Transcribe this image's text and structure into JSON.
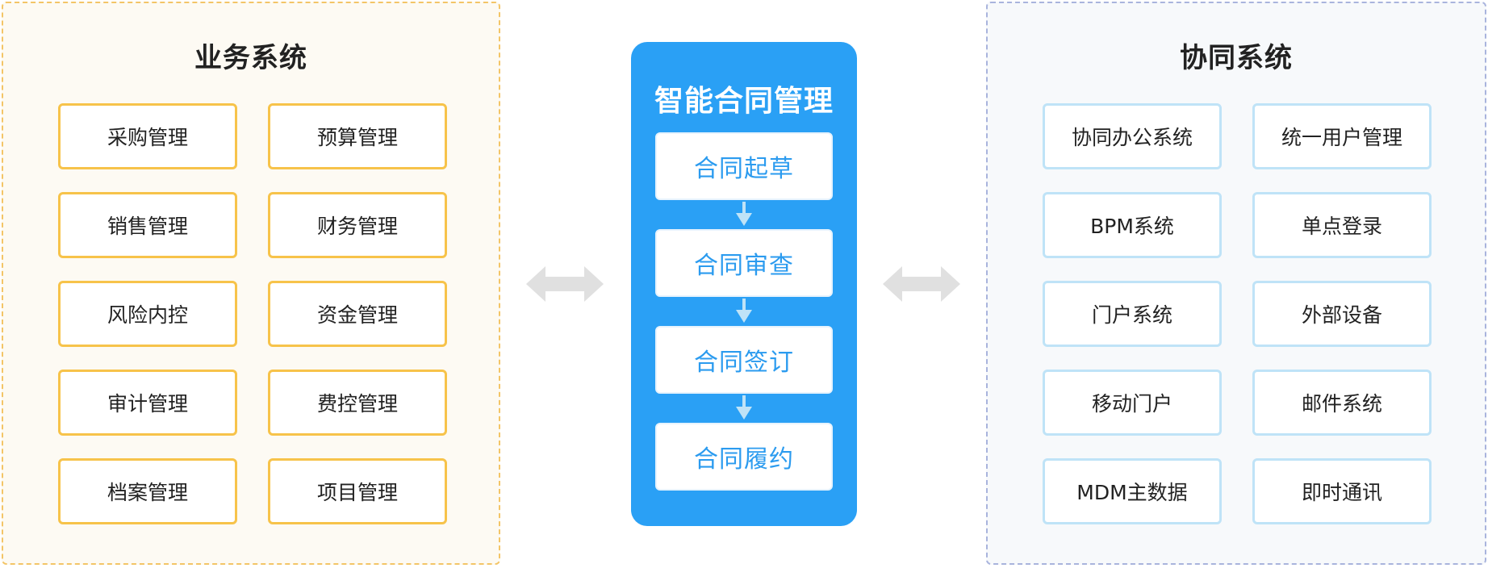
{
  "business": {
    "title": "业务系统",
    "items": [
      "采购管理",
      "预算管理",
      "销售管理",
      "财务管理",
      "风险内控",
      "资金管理",
      "审计管理",
      "费控管理",
      "档案管理",
      "项目管理"
    ]
  },
  "center": {
    "title": "智能合同管理",
    "steps": [
      "合同起草",
      "合同审查",
      "合同签订",
      "合同履约"
    ]
  },
  "collab": {
    "title": "协同系统",
    "items": [
      "协同办公系统",
      "统一用户管理",
      "BPM系统",
      "单点登录",
      "门户系统",
      "外部设备",
      "移动门户",
      "邮件系统",
      "MDM主数据",
      "即时通讯"
    ]
  },
  "colors": {
    "business_border": "#f7c34a",
    "collab_border": "#bfe3f7",
    "center_fill": "#2aa0f5",
    "step_text": "#2b9bef",
    "connector": "#e0e0e0"
  }
}
